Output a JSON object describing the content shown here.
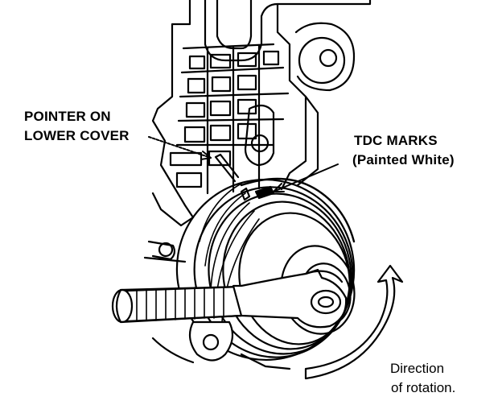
{
  "labels": {
    "pointer_line1": "POINTER ON",
    "pointer_line2": "LOWER COVER",
    "tdc_line1": "TDC MARKS",
    "tdc_line2": "(Painted White)",
    "direction_line1": "Direction",
    "direction_line2": "of rotation."
  },
  "colors": {
    "ink": "#000000",
    "paper": "#ffffff"
  }
}
